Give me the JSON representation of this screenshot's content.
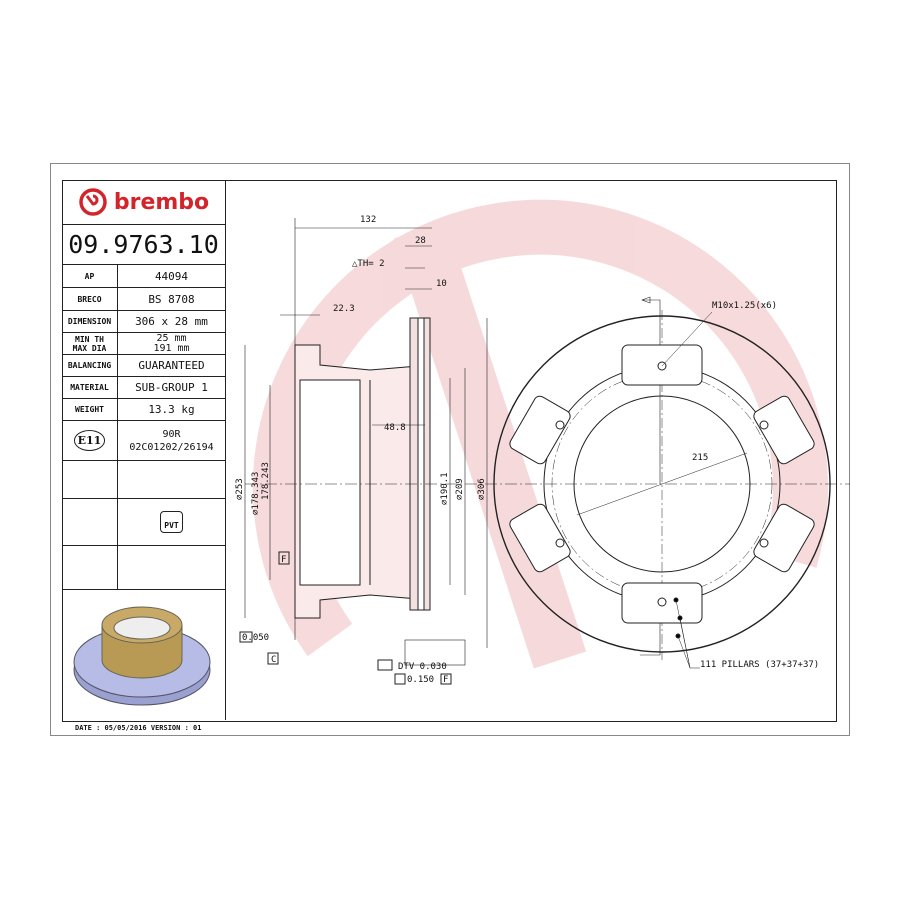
{
  "brand": "brembo",
  "part_number": "09.9763.10",
  "specs": [
    {
      "label": "AP",
      "value": "44094"
    },
    {
      "label": "BRECO",
      "value": "BS 8708"
    },
    {
      "label": "DIMENSION",
      "value": "306 x 28 mm"
    },
    {
      "label": "MIN TH",
      "label2": "MAX DIA",
      "value": "25 mm",
      "value2": "191 mm"
    },
    {
      "label": "BALANCING",
      "value": "GUARANTEED"
    },
    {
      "label": "MATERIAL",
      "value": "SUB-GROUP 1"
    },
    {
      "label": "WEIGHT",
      "value": "13.3 kg"
    }
  ],
  "approval": {
    "mark": "E11",
    "code": "90R",
    "number": "02C01202/26194"
  },
  "pvt_label": "PVT",
  "footer": "DATE : 05/05/2016 VERSION : 01",
  "dimensions": {
    "overall_height": "132",
    "thickness": "28",
    "delta_th": "△TH= 2",
    "vent": "10",
    "flange": "22.3",
    "hat_depth": "48.8",
    "d253": "⌀253",
    "d178": "⌀178.343",
    "d178b": "178.243",
    "d190": "⌀190.1",
    "d209": "⌀209",
    "d306": "⌀306",
    "bolt": "M10x1.25(x6)",
    "pcd": "215",
    "pillars": "111 PILLARS (37+37+37)",
    "flatness": "0.050",
    "datum_c": "C",
    "datum_f": "F",
    "dtv": "DTV 0.030",
    "runout": "0.150",
    "runout_datum": "F"
  },
  "colors": {
    "brand_red": "#d4242b",
    "watermark": "#f6d6d8"
  }
}
